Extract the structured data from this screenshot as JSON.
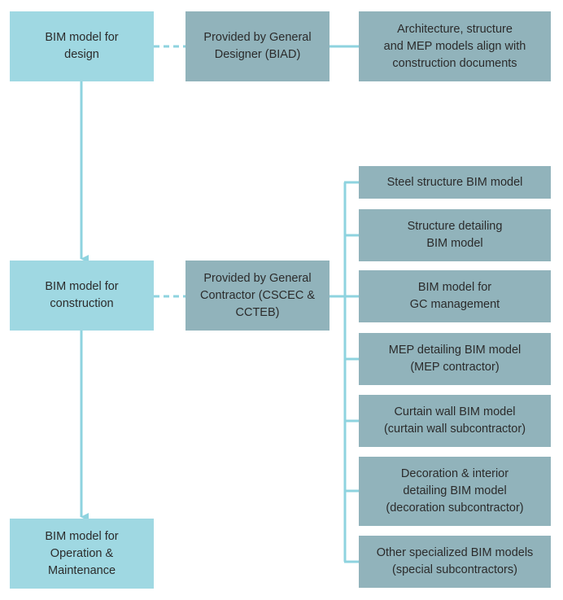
{
  "stages": [
    {
      "label": "BIM model for\ndesign"
    },
    {
      "label": "BIM model for\nconstruction"
    },
    {
      "label": "BIM model for\nOperation &\nMaintenance"
    }
  ],
  "providers": [
    {
      "label": "Provided by General\nDesigner (BIAD)"
    },
    {
      "label": "Provided by General\nContractor (CSCEC &\nCCTEB)"
    }
  ],
  "design_description": {
    "label": "Architecture, structure\nand MEP models align with\nconstruction documents"
  },
  "construction_models": [
    {
      "label": "Steel structure BIM model"
    },
    {
      "label": "Structure detailing\nBIM model"
    },
    {
      "label": "BIM model for\nGC management"
    },
    {
      "label": "MEP detailing BIM model\n(MEP contractor)"
    },
    {
      "label": "Curtain wall BIM model\n(curtain wall subcontractor)"
    },
    {
      "label": "Decoration & interior\ndetailing BIM model\n(decoration subcontractor)"
    },
    {
      "label": "Other specialized BIM models\n(special subcontractors)"
    }
  ],
  "colors": {
    "stage_fill": "#9fd8e2",
    "provider_fill": "#91b3bb",
    "connector": "#8ed3df",
    "text": "#2b2b2b"
  }
}
